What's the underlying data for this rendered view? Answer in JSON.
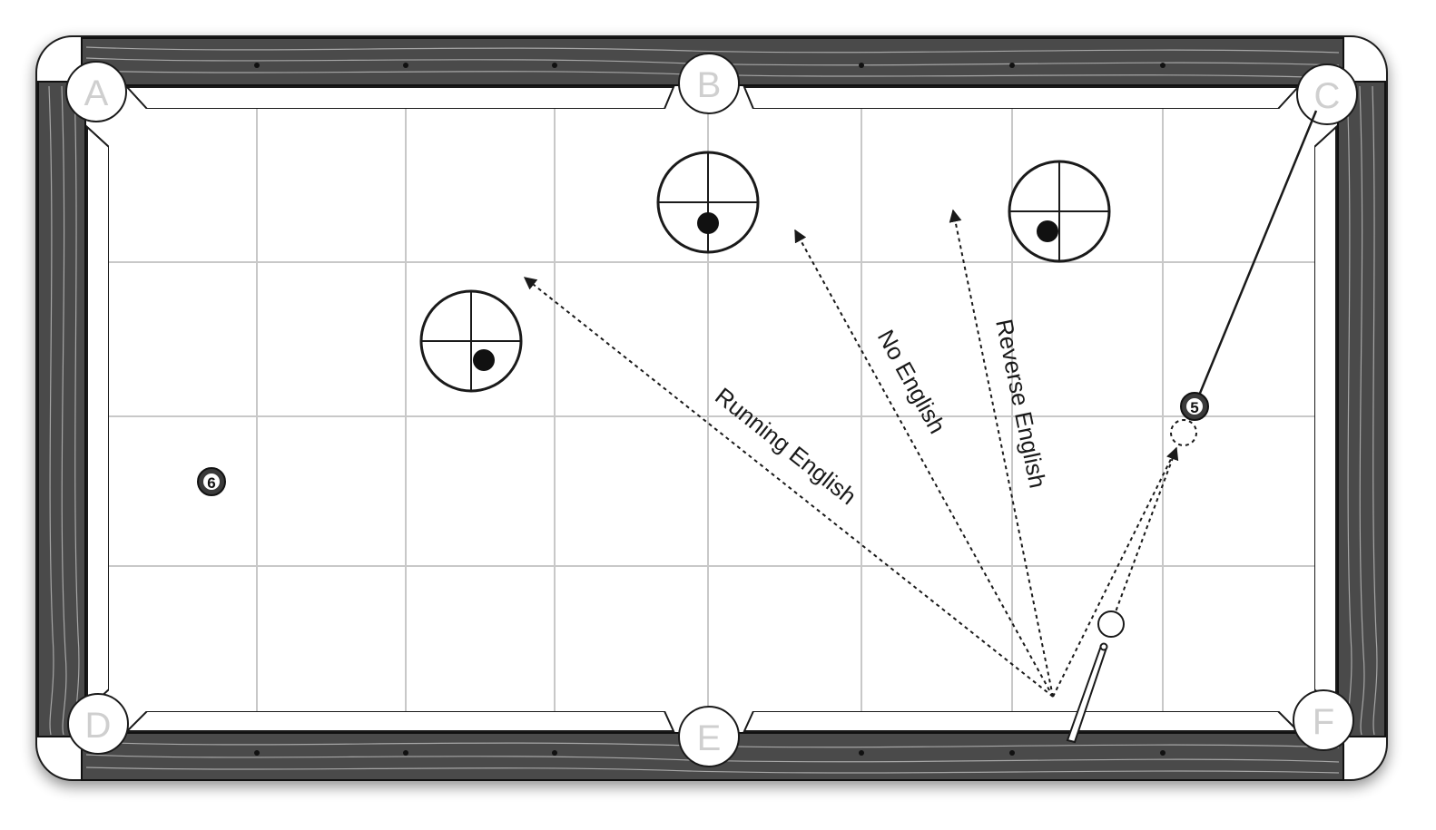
{
  "pockets": {
    "a": "A",
    "b": "B",
    "c": "C",
    "d": "D",
    "e": "E",
    "f": "F"
  },
  "balls": {
    "object_ball": "5",
    "other_ball": "6"
  },
  "paths": {
    "running": "Running English",
    "none": "No English",
    "reverse": "Reverse English"
  },
  "colors": {
    "rail": "#3a3a3a",
    "cloth": "#ffffff",
    "grid": "#c8c8c8",
    "pocket_letter": "#cfcfcf",
    "line": "#1a1a1a"
  }
}
